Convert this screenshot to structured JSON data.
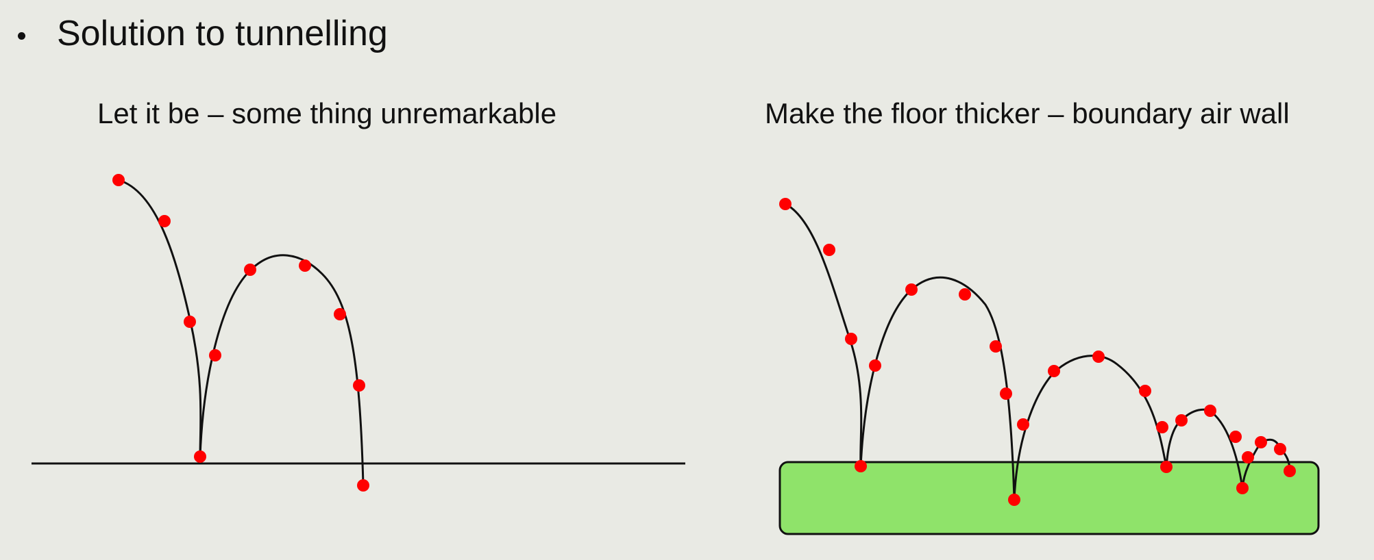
{
  "slide": {
    "heading": "Solution to tunnelling"
  },
  "left_panel": {
    "subtitle": "Let it be – some thing unremarkable"
  },
  "right_panel": {
    "subtitle": "Make the floor thicker – boundary air wall"
  },
  "colors": {
    "background": "#e9eae4",
    "sample_point": "#ff0000",
    "trajectory": "#111111",
    "thick_floor_fill": "#8fe36a",
    "thick_floor_stroke": "#111111"
  },
  "icons": {
    "bullet": "filled-circle"
  }
}
